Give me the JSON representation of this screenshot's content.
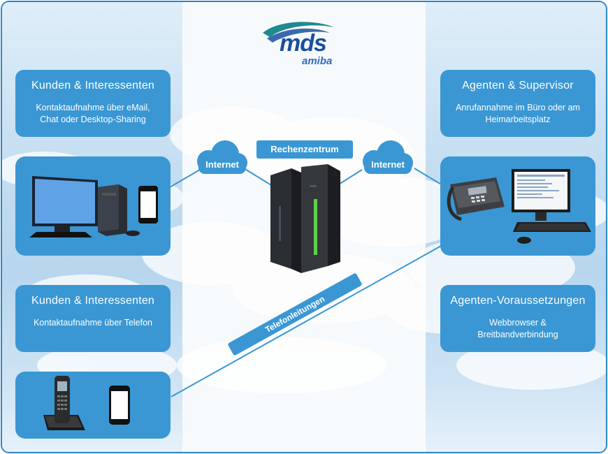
{
  "logo": {
    "brand": "mds",
    "product": "amiba"
  },
  "left": {
    "box1": {
      "title": "Kunden & Interessenten",
      "subtitle_line1": "Kontaktaufnahme über eMail,",
      "subtitle_line2": "Chat oder Desktop-Sharing"
    },
    "box2": {
      "title": "Kunden & Interessenten",
      "subtitle": "Kontaktaufnahme über Telefon"
    }
  },
  "right": {
    "box1": {
      "title": "Agenten & Supervisor",
      "subtitle_line1": "Anrufannahme im Büro oder am",
      "subtitle_line2": "Heimarbeitsplatz"
    },
    "box2": {
      "title": "Agenten-Voraussetzungen",
      "subtitle_line1": "Webbrowser &",
      "subtitle_line2": "Breitbandverbindung"
    }
  },
  "center": {
    "datacenter_label": "Rechenzentrum",
    "internet_left": "Internet",
    "internet_right": "Internet",
    "phone_lines_label": "Telefonleitungen"
  },
  "colors": {
    "box_blue": "#3a97d4",
    "frame_blue": "#2f86c6",
    "logo_blue": "#1a4fa0",
    "server_green": "#5fcf4a"
  }
}
